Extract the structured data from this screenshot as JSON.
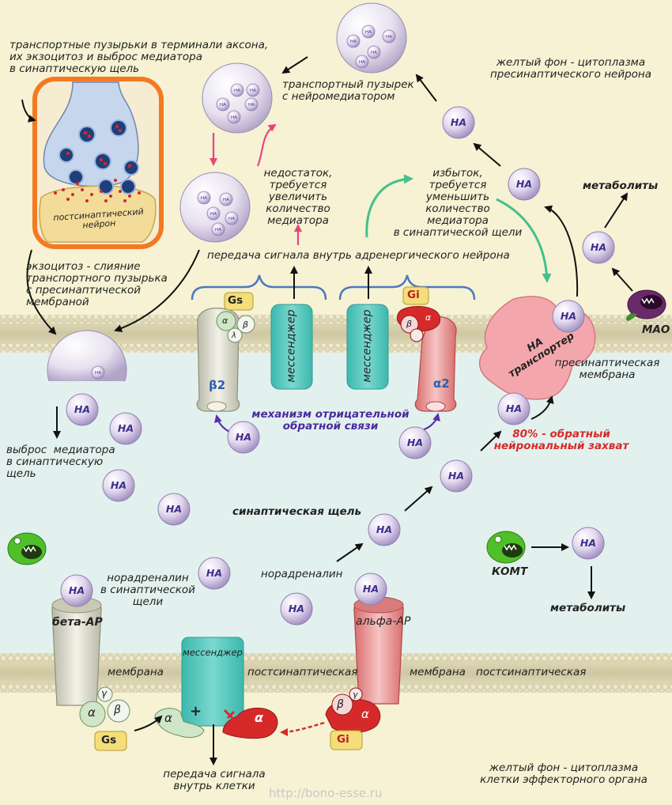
{
  "labels": {
    "vesicle_exocytosis": "транспортные пузырьки в терминали аксона,\nих экзоцитоз и выброс медиатора\nв синаптическую щель",
    "transport_vesicle": "транспортный пузырек\nс нейромедиатором",
    "yellow_pre": "желтый фон - цитоплазма\nпресинаптического нейрона",
    "shortage": "недостаток,\nтребуется\nувеличить\nколичество\nмедиатора",
    "excess": "избыток,\nтребуется\nуменьшить\nколичество\nмедиатора\nв синаптической щели",
    "metabolites_top": "метаболиты",
    "signal_inside": "передача сигнала внутрь адренергического нейрона",
    "postsynaptic_neuron": "постсинаптический\nнейрон",
    "exocytosis": "экзоцитоз - слияние\nтранспортного пузырька\nс пресинаптической\nмембраной",
    "mao": "МАО",
    "presynaptic_membrane": "пресинаптическая\nмембрана",
    "gs_top": "Gs",
    "gi_top": "Gi",
    "messenger_left": "мессенджер",
    "messenger_right": "мессенджер",
    "beta2": "β2",
    "alpha2": "α2",
    "na_transporter": "НА\nтранспортер",
    "release": "выброс  медиатора\nв синаптическую\nщель",
    "neg_feedback": "механизм отрицательной\nобратной связи",
    "reuptake": "80% - обратный\nнейрональный захват",
    "synaptic_cleft": "синаптическая щель",
    "komt": "КОМТ",
    "noradrenaline_left": "норадреналин\nв синаптической\nщели",
    "noradrenaline_right": "норадреналин",
    "metabolites_bottom": "метаболиты",
    "beta_ar": "бета-АР",
    "alpha_ar": "альфа-АР",
    "messenger_bottom": "мессенджер",
    "membrane_1": "мембрана",
    "postsynaptic_1": "постсинаптическая",
    "membrane_2": "мембрана",
    "postsynaptic_2": "постсинаптическая",
    "gs_bottom": "Gs",
    "gi_bottom": "Gi",
    "signal_cell": "передача сигнала\nвнутрь клетки",
    "yellow_post": "желтый фон - цитоплазма\nклетки эффекторного органа",
    "watermark": "http://bono-esse.ru",
    "na": "НА",
    "alpha": "α",
    "beta": "β",
    "gamma": "γ",
    "lambda": "λ",
    "plus": "+"
  },
  "colors": {
    "background": "#f6f2d3",
    "cleft": "#e3f1ee",
    "membrane": "#ddd6b5",
    "molecule": "#d7cbe6",
    "molecule_text": "#3f2f8e",
    "messenger": "#56c7bd",
    "beta_receptor": "#dcdccf",
    "alpha_receptor": "#e78c8c",
    "transporter": "#f1a6ab",
    "gs": "#f3de7a",
    "arrow_pink": "#e8447c",
    "arrow_green": "#45c08a",
    "arrow_purple": "#5a2fb0",
    "frame_orange": "#f37a22"
  }
}
